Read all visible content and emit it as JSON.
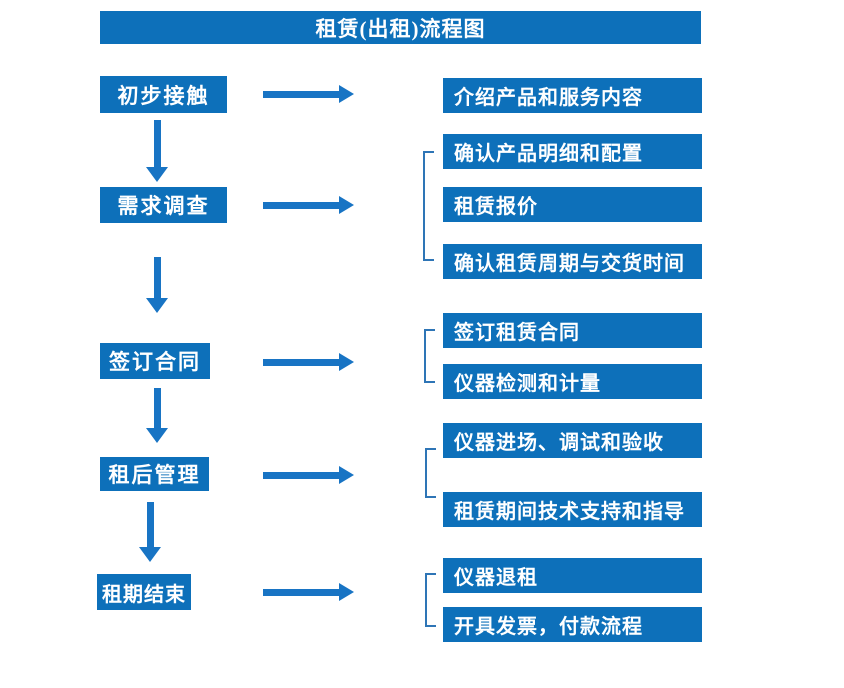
{
  "header": {
    "title": "租赁(出租)流程图"
  },
  "flow": [
    {
      "stage": "初步接触",
      "details": [
        "介绍产品和服务内容"
      ]
    },
    {
      "stage": "需求调查",
      "details": [
        "确认产品明细和配置",
        "租赁报价",
        "确认租赁周期与交货时间"
      ]
    },
    {
      "stage": "签订合同",
      "details": [
        "签订租赁合同",
        "仪器检测和计量"
      ]
    },
    {
      "stage": "租后管理",
      "details": [
        "仪器进场、调试和验收",
        "租赁期间技术支持和指导"
      ]
    },
    {
      "stage": "租期结束",
      "details": [
        "仪器退租",
        "开具发票，付款流程"
      ]
    }
  ],
  "icons": {
    "flow_arrow_right": "→",
    "flow_arrow_down": "↓",
    "group_bracket": "["
  },
  "colors": {
    "box": "#0d70ba",
    "arrow": "#1874c4",
    "bracket": "#2e75b6",
    "text": "#ffffff",
    "background": "#ffffff"
  }
}
